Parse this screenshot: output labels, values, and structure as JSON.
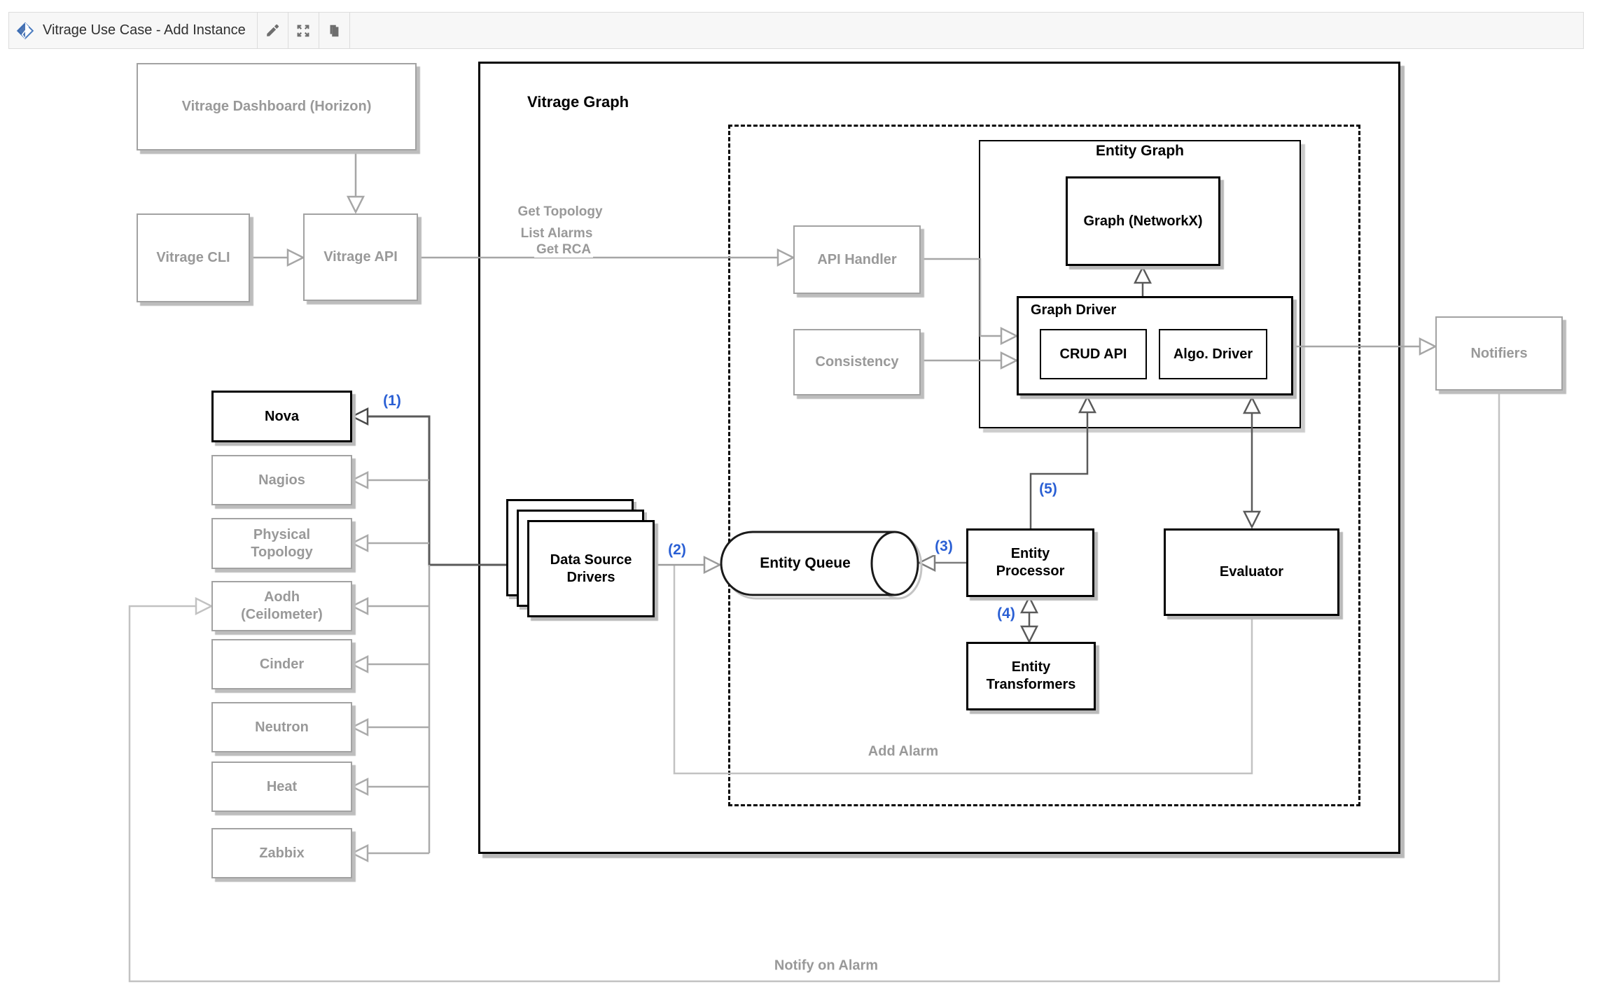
{
  "toolbar": {
    "title": "Vitrage Use Case - Add Instance",
    "buttons": {
      "edit": "edit",
      "fullscreen": "fullscreen",
      "copy": "copy"
    }
  },
  "diagram": {
    "containers": {
      "vitrage_graph": "Vitrage Graph",
      "entity_graph": "Entity Graph",
      "graph_driver": "Graph Driver"
    },
    "nodes": {
      "dashboard": "Vitrage Dashboard (Horizon)",
      "cli": "Vitrage CLI",
      "api": "Vitrage API",
      "api_handler": "API Handler",
      "consistency": "Consistency",
      "graph_networkx": "Graph (NetworkX)",
      "crud_api": "CRUD API",
      "algo_driver": "Algo. Driver",
      "notifiers": "Notifiers",
      "nova": "Nova",
      "nagios": "Nagios",
      "physical_topology": "Physical Topology",
      "aodh": "Aodh (Ceilometer)",
      "cinder": "Cinder",
      "neutron": "Neutron",
      "heat": "Heat",
      "zabbix": "Zabbix",
      "data_source_drivers": "Data Source Drivers",
      "entity_queue": "Entity Queue",
      "entity_processor": "Entity Processor",
      "entity_transformers": "Entity Transformers",
      "evaluator": "Evaluator"
    },
    "edge_labels": {
      "step1": "(1)",
      "step2": "(2)",
      "step3": "(3)",
      "step4": "(4)",
      "step5": "(5)",
      "get_topology": "Get Topology",
      "list_alarms": "List Alarms",
      "get_rca": "Get RCA",
      "add_alarm": "Add Alarm",
      "notify_on_alarm": "Notify on Alarm"
    },
    "colors": {
      "step_label_blue": "#2a5fd4",
      "gray_box_stroke": "#a2a2a2",
      "gray_text": "#999999",
      "black_stroke": "#000000",
      "light_feedback_line": "#c2c2c2",
      "dark_line": "#5a5a5a"
    }
  }
}
